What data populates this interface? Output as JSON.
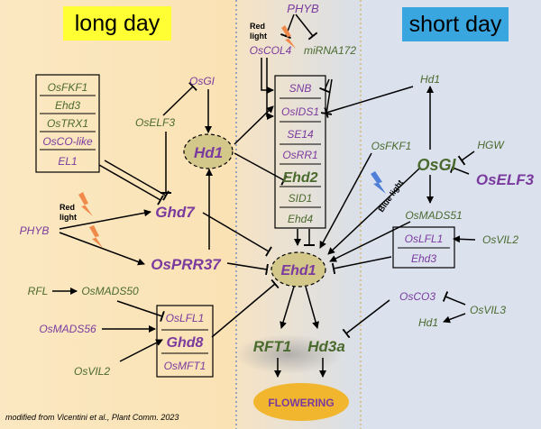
{
  "headers": {
    "long_day": "long day",
    "short_day": "short day"
  },
  "light": {
    "red_1": "Red",
    "red_2": "light",
    "blue": "Blue light"
  },
  "genes": {
    "phyb_top": "PHYB",
    "oscol4": "OsCOL4",
    "mirna172": "miRNA172",
    "snb": "SNB",
    "osids1": "OsIDS1",
    "se14": "SE14",
    "osrr1": "OsRR1",
    "ehd2": "Ehd2",
    "sid1": "SID1",
    "ehd4": "Ehd4",
    "osfkf1_left": "OsFKF1",
    "ehd3_left": "Ehd3",
    "ostrx1": "OsTRX1",
    "osco_like": "OsCO-like",
    "el1": "EL1",
    "osgi_left": "OsGI",
    "oself3_left": "OsELF3",
    "hd1_left": "Hd1",
    "ghd7": "Ghd7",
    "phyb_left": "PHYB",
    "osprr37": "OsPRR37",
    "rfl": "RFL",
    "osmads50": "OsMADS50",
    "osmads56": "OsMADS56",
    "oslfl1_left": "OsLFL1",
    "ghd8": "Ghd8",
    "osmft1": "OsMFT1",
    "osvil2_left": "OsVIL2",
    "ehd1": "Ehd1",
    "rft1": "RFT1",
    "hd3a": "Hd3a",
    "flowering": "FLOWERING",
    "hd1_right": "Hd1",
    "osfkf1_mid": "OsFKF1",
    "hgw": "HGW",
    "osgi_right": "OsGI",
    "oself3_right": "OsELF3",
    "osmads51": "OsMADS51",
    "oslfl1_right": "OsLFL1",
    "ehd3_right": "Ehd3",
    "osvil2_right": "OsVIL2",
    "osco3": "OsCO3",
    "osvil3": "OsVIL3",
    "hd1_bottom": "Hd1"
  },
  "credit": "modified from Vicentini et al., Plant Comm. 2023",
  "colors": {
    "purple": "#7a3a9e",
    "green": "#4a6a2e",
    "yellow_label": "#ffff33",
    "blue_label": "#3aa6e0",
    "flowering_fill": "#f2b62e",
    "ellipse_fill": "#d4c78a",
    "lightning": "#f08a4b",
    "blue_bolt": "#4f7fd6"
  }
}
